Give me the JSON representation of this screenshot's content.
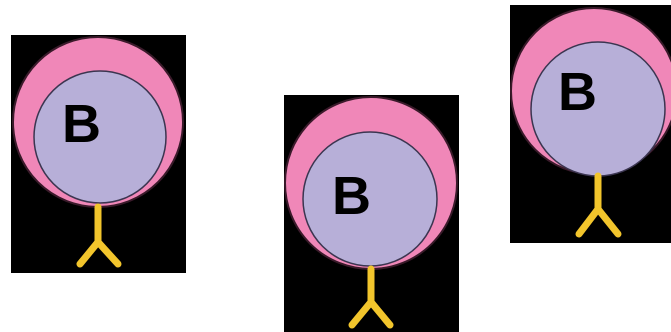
{
  "cells": [
    {
      "label": "B"
    },
    {
      "label": "B"
    },
    {
      "label": "B"
    }
  ],
  "colors": {
    "background": "#000000",
    "cytoplasm": "#f087b8",
    "nucleus": "#b7afd8",
    "antibody_receptor": "#f2c52c"
  }
}
